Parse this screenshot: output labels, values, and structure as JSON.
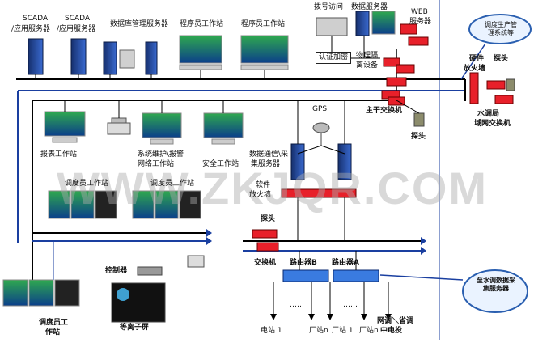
{
  "labels": {
    "scada1": "SCADA",
    "scada1b": "/应用服务器",
    "scada2": "SCADA",
    "scada2b": "/应用服务器",
    "db_server": "数据库管理服务器",
    "prog_ws1": "程序员工作站",
    "prog_ws2": "程序员工作站",
    "dialup": "拨号访问",
    "data_server": "数据服务器",
    "web_server1": "WEB",
    "web_server2": "服务器",
    "auth": "认证加密",
    "phys_iso1": "物理隔",
    "phys_iso2": "离设备",
    "hw_fw1": "硬件",
    "hw_fw2": "放火墙",
    "probe_top": "探头",
    "cloud_top": "调度生产管理系统等",
    "water_sw1": "水调局",
    "water_sw2": "域网交换机",
    "main_switch": "主干交换机",
    "probe_mid": "探头",
    "gps": "GPS",
    "report_ws": "报表工作站",
    "sysmaint1": "系统维护\\报警",
    "sysmaint2": "网络工作站",
    "security_ws": "安全工作站",
    "comm1": "数据通信\\采",
    "comm2": "集服务器",
    "soft_fw1": "软件",
    "soft_fw2": "放火墙",
    "dispatch_ws1": "调度员工作站",
    "dispatch_ws2": "调度员工作站",
    "probe_low": "探头",
    "switch_low": "交换机",
    "router_b": "路由器B",
    "router_a": "路由器A",
    "controller": "控制器",
    "dispatch_ws3a": "调度员工",
    "dispatch_ws3b": "作站",
    "plasma": "等离子屏",
    "cloud_bottom": "至水调数据采集服务器",
    "plant_e1": "电站 1",
    "plant_n": "厂站n",
    "plant_1": "厂站 1",
    "plant_n2": "厂站n",
    "netdisp1": "网调＼省调",
    "netdisp2": "中电投",
    "dots1": "……",
    "dots2": "……"
  },
  "watermark": "WWW.ZKJQR.COM",
  "colors": {
    "bus": "#000000",
    "blue_line": "#1a3fa0",
    "firewall": "#e8202a",
    "server": "#1f3f8f",
    "cloud_stroke": "#2a5fb0",
    "cloud_fill": "#eaf3ff"
  }
}
